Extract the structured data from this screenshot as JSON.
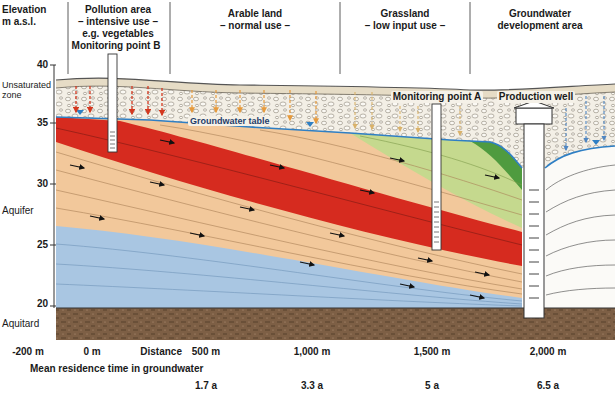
{
  "diagram": {
    "labels": [
      "Elevation m a.s.l.",
      "Pollution area",
      "– intensive use –",
      "e.g. vegetables",
      "Monitoring point B",
      "Arable land",
      "– normal use –",
      "Grassland",
      "– low input use –",
      "Groundwater development area",
      "40",
      "Unsaturated zone",
      "Groundwater table",
      "Monitoring point A",
      "Production well",
      "35",
      "30",
      "Aquifer",
      "25",
      "20",
      "Aquitard",
      "-200 m",
      "0 m",
      "Distance",
      "500 m",
      "1,000 m",
      "1,500 m",
      "2,000 m",
      "Mean residence time in groundwater",
      "1.7 a",
      "3.3 a",
      "5 a",
      "6.5 a"
    ]
  }
}
